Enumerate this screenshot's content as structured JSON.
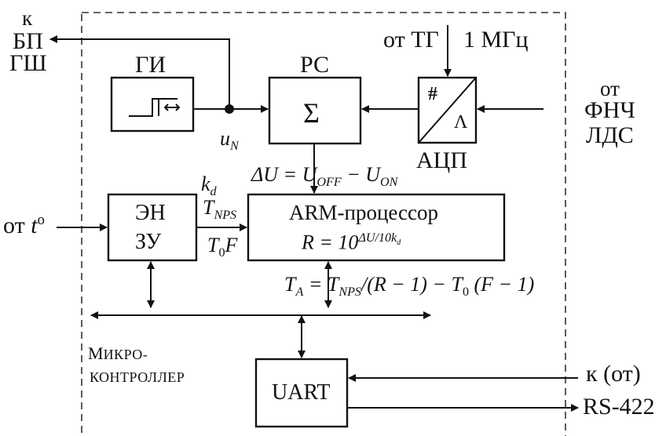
{
  "labels": {
    "to_bp": {
      "k": "к",
      "bp": "БП",
      "gsh": "ГШ"
    },
    "from_tg": "от ТГ",
    "freq": "1 МГц",
    "gi": "ГИ",
    "rs": "РС",
    "sigma": "Σ",
    "adc_hash": "#",
    "adc_wave": "Λ",
    "adc": "АЦП",
    "from_fnch": {
      "ot": "от",
      "fnch": "ФНЧ",
      "lds": "ЛДС"
    },
    "u_n": "u",
    "u_n_sub": "N",
    "delta_u": "ΔU = U",
    "delta_u_off_sub": "OFF",
    "delta_u_mid": " − U",
    "delta_u_on_sub": "ON",
    "kd": "k",
    "kd_sub": "d",
    "tnps_top": "T",
    "tnps_top_sub": "NPS",
    "t0f_T": "T",
    "t0f_sub": "0",
    "t0f_F": "F",
    "from_t_prefix": "от ",
    "from_t_sym": "t",
    "from_t_sup": "o",
    "en": "ЭН",
    "zu": "ЗУ",
    "arm": "ARM-процессор",
    "r_formula_prefix": "R = 10",
    "r_formula_exp": "ΔU/10k",
    "r_formula_exp_sub": "d",
    "ta_T": "T",
    "ta_sub": "A",
    "ta_eq": " = T",
    "ta_nps_sub": "NPS",
    "ta_rest1": "/(R − 1) − T",
    "ta_t0_sub": "0",
    "ta_rest2": " (F − 1)",
    "micro_line1_big": "М",
    "micro_line1_small": "ИКРО-",
    "micro_line2": "КОНТРОЛЛЕР",
    "uart": "UART",
    "k_ot": "к (от)",
    "rs422": "RS-422"
  },
  "colors": {
    "stroke": "#111111",
    "dash": "#333333",
    "background": "#ffffff"
  }
}
